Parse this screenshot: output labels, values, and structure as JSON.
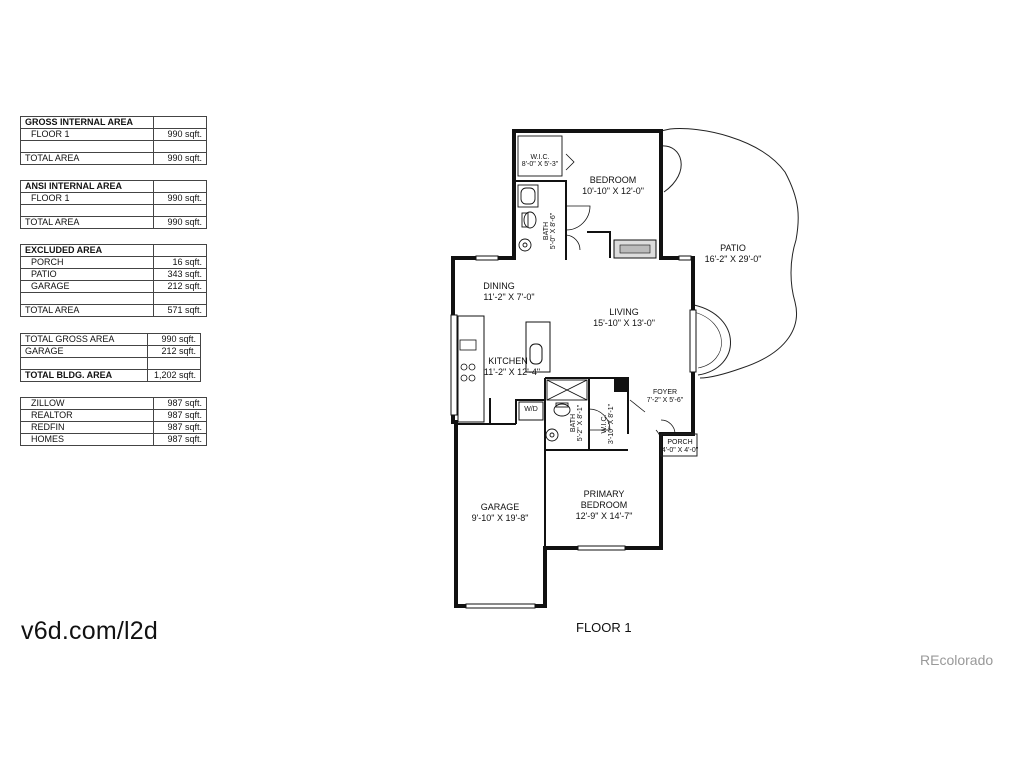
{
  "tables": {
    "gross": {
      "header": "GROSS INTERNAL AREA",
      "floor_label": "FLOOR 1",
      "floor_value": "990 sqft.",
      "total_label": "TOTAL AREA",
      "total_value": "990 sqft."
    },
    "ansi": {
      "header": "ANSI INTERNAL AREA",
      "floor_label": "FLOOR 1",
      "floor_value": "990 sqft.",
      "total_label": "TOTAL AREA",
      "total_value": "990 sqft."
    },
    "excluded": {
      "header": "EXCLUDED AREA",
      "rows": [
        {
          "label": "PORCH",
          "value": "16 sqft."
        },
        {
          "label": "PATIO",
          "value": "343 sqft."
        },
        {
          "label": "GARAGE",
          "value": "212 sqft."
        }
      ],
      "total_label": "TOTAL AREA",
      "total_value": "571 sqft."
    },
    "summary": {
      "gross_label": "TOTAL GROSS AREA",
      "gross_value": "990 sqft.",
      "garage_label": "GARAGE",
      "garage_value": "212 sqft.",
      "bldg_label": "TOTAL BLDG. AREA",
      "bldg_value": "1,202 sqft."
    },
    "sites": [
      {
        "label": "ZILLOW",
        "value": "987 sqft."
      },
      {
        "label": "REALTOR",
        "value": "987 sqft."
      },
      {
        "label": "REDFIN",
        "value": "987 sqft."
      },
      {
        "label": "HOMES",
        "value": "987 sqft."
      }
    ]
  },
  "watermark": "v6d.com/l2d",
  "floor_title": "FLOOR 1",
  "brand": "REcolorado",
  "rooms": {
    "bedroom": {
      "name": "BEDROOM",
      "dims": "10'-10\" X 12'-0\""
    },
    "patio": {
      "name": "PATIO",
      "dims": "16'-2\" X 29'-0\""
    },
    "dining": {
      "name": "DINING",
      "dims": "11'-2\" X 7'-0\""
    },
    "living": {
      "name": "LIVING",
      "dims": "15'-10\" X 13'-0\""
    },
    "kitchen": {
      "name": "KITCHEN",
      "dims": "11'-2\" X 12'-4\""
    },
    "foyer": {
      "name": "FOYER",
      "dims": "7'-2\" X 5'-6\""
    },
    "porch": {
      "name": "PORCH",
      "dims": "4'-0\" X 4'-0\""
    },
    "garage": {
      "name": "GARAGE",
      "dims": "9'-10\" X 19'-8\""
    },
    "primary": {
      "name1": "PRIMARY",
      "name2": "BEDROOM",
      "dims": "12'-9\" X 14'-7\""
    },
    "wic1": {
      "name": "W.I.C.",
      "dims": "8'-0\" X 5'-3\""
    },
    "bath1": {
      "name": "BATH",
      "dims": "5'-0\" X 8'-6\""
    },
    "bath2": {
      "name": "BATH",
      "dims": "5'-2\" X 8'-1\""
    },
    "wic2": {
      "name": "W.I.C.",
      "dims": "3'-10\" X 8'-1\""
    },
    "wd": {
      "name": "W/D"
    }
  }
}
